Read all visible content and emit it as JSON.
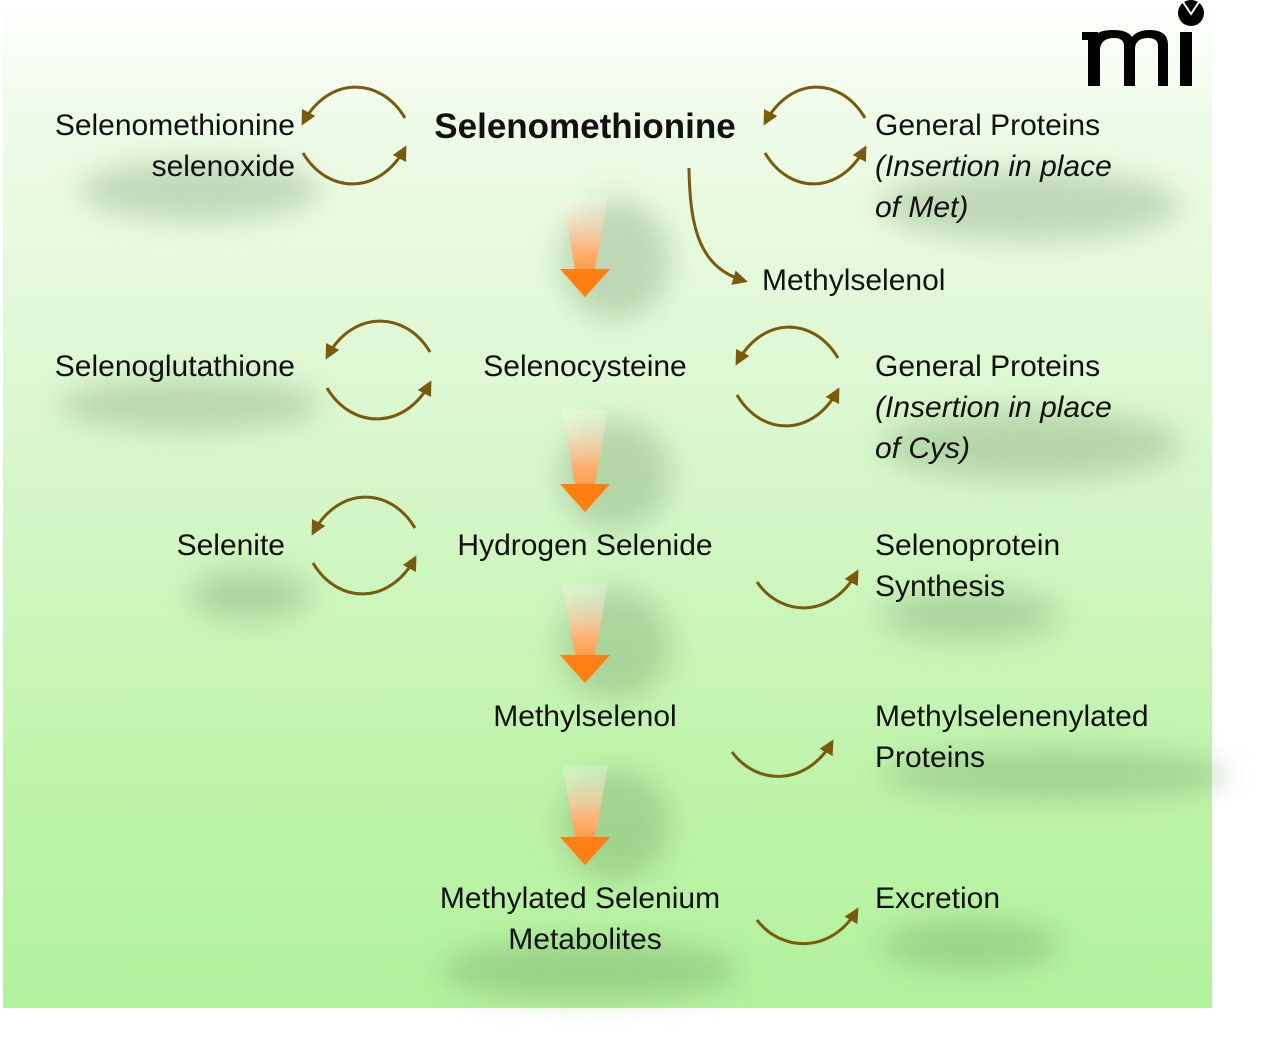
{
  "logo_text": "mi",
  "colors": {
    "cycle_arrow": "#7a5a0c",
    "flow_arrow": "#ff7f12"
  },
  "nodes": {
    "selenomethionine_selenoxide": [
      "Selenomethionine",
      "selenoxide"
    ],
    "selenomethionine": "Selenomethionine",
    "general_proteins_met": [
      "General Proteins",
      "(Insertion in place",
      "of Met)"
    ],
    "methylselenol_side": "Methylselenol",
    "selenoglutathione": "Selenoglutathione",
    "selenocysteine": "Selenocysteine",
    "general_proteins_cys": [
      "General Proteins",
      "(Insertion in place",
      "of Cys)"
    ],
    "selenite": "Selenite",
    "hydrogen_selenide": "Hydrogen Selenide",
    "selenoprotein_synthesis": [
      "Selenoprotein",
      "Synthesis"
    ],
    "methylselenol": "Methylselenol",
    "methylselenenylated_proteins": [
      "Methylselenenylated",
      "Proteins"
    ],
    "methylated_metabolites": [
      "Methylated Selenium",
      "Metabolites"
    ],
    "excretion": "Excretion"
  }
}
